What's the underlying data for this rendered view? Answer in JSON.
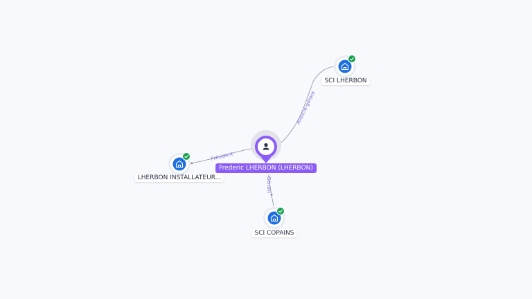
{
  "center": {
    "label": "Frederic LHERBON (LHERBON)",
    "icon": "person-icon",
    "color": "#8b5cf6"
  },
  "companies": [
    {
      "id": "sci-lherbon",
      "label": "SCI LHERBON",
      "icon": "building-icon",
      "status": "verified-check-icon"
    },
    {
      "id": "lherbon-installateur",
      "label": "LHERBON INSTALLATEUR...",
      "icon": "building-icon",
      "status": "verified-check-icon"
    },
    {
      "id": "sci-copains",
      "label": "SCI COPAINS",
      "icon": "building-icon",
      "status": "verified-check-icon"
    }
  ],
  "relations": [
    {
      "label": "Associé-gérant"
    },
    {
      "label": "Président"
    },
    {
      "label": "Gérant"
    }
  ],
  "colors": {
    "company": "#1f6fe0",
    "check": "#1aa052",
    "edge": "#8a8fa3",
    "edge_label": "#7f72d9"
  }
}
